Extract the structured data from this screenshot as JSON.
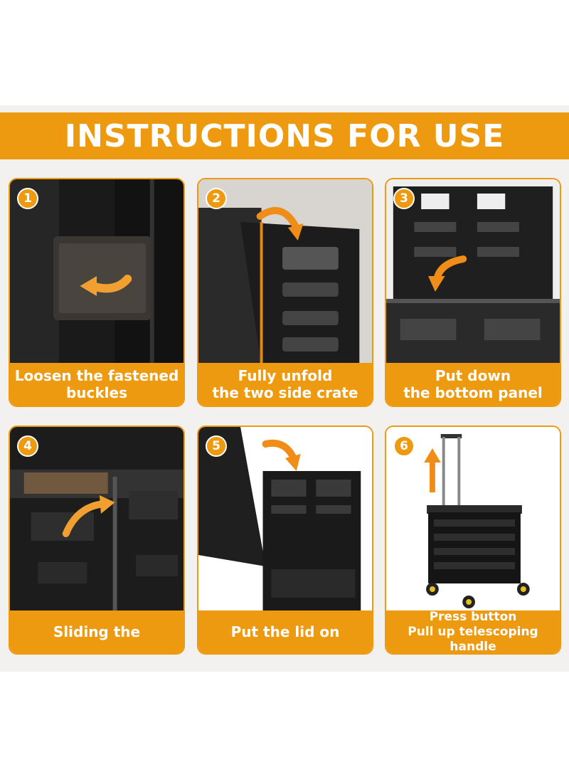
{
  "banner": {
    "title": "INSTRUCTIONS FOR USE"
  },
  "steps": [
    {
      "number": "1",
      "line1": "Loosen the fastened",
      "line2": "buckles"
    },
    {
      "number": "2",
      "line1": "Fully unfold",
      "line2": "the two side crate"
    },
    {
      "number": "3",
      "line1": "Put down",
      "line2": "the bottom panel"
    },
    {
      "number": "4",
      "line1": "Sliding the",
      "line2": ""
    },
    {
      "number": "5",
      "line1": "Put the lid on",
      "line2": ""
    },
    {
      "number": "6",
      "line1": "Press button",
      "line2": "Pull up telescoping handle"
    }
  ],
  "colors": {
    "accent": "#ee9a10",
    "crate": "#1c1c1c",
    "sheet": "#f3f1ef"
  },
  "icons": [
    "curved-arrow-icon",
    "up-arrow-icon"
  ]
}
